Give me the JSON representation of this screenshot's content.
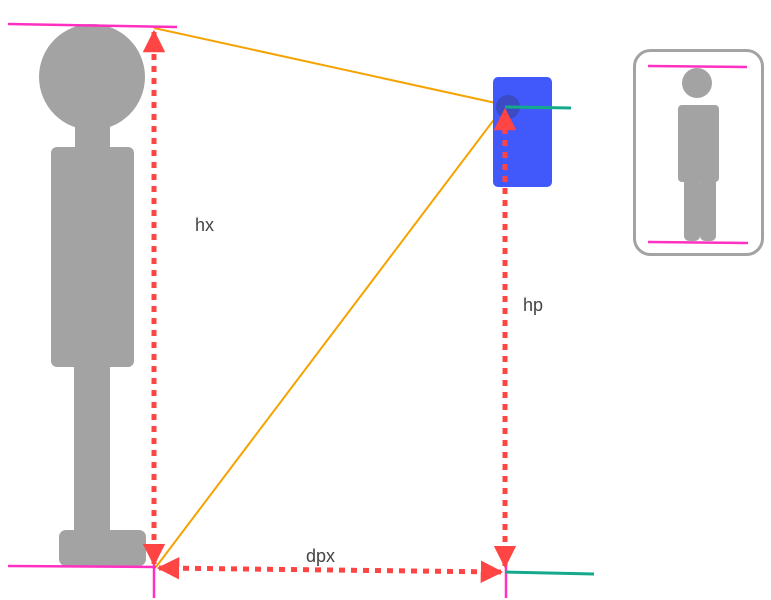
{
  "labels": {
    "hx": "hx",
    "hp": "hp",
    "dpx": "dpx"
  },
  "colors": {
    "figure": "#a3a3a3",
    "measure": "#ff4444",
    "sightline": "#f5a300",
    "reference": "#ff2fc0",
    "horizon": "#13a98a",
    "camera": "#4158fa"
  }
}
